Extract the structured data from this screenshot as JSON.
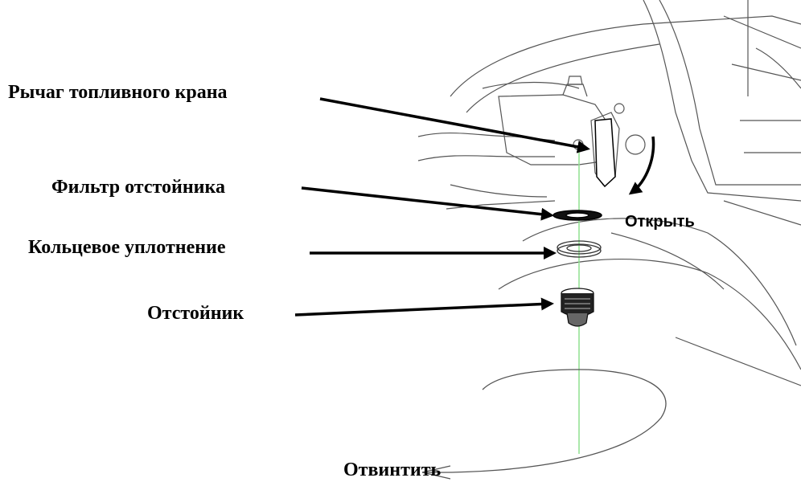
{
  "labels": {
    "fuel_lever": "Рычаг топливного крана",
    "sediment_filter": "Фильтр отстойника",
    "o_ring": "Кольцевое уплотнение",
    "sediment_cup": "Отстойник",
    "open": "Открыть",
    "unscrew": "Отвинтить"
  },
  "colors": {
    "line": "#000000",
    "sketch": "#555555",
    "axis": "#8fe08f"
  }
}
